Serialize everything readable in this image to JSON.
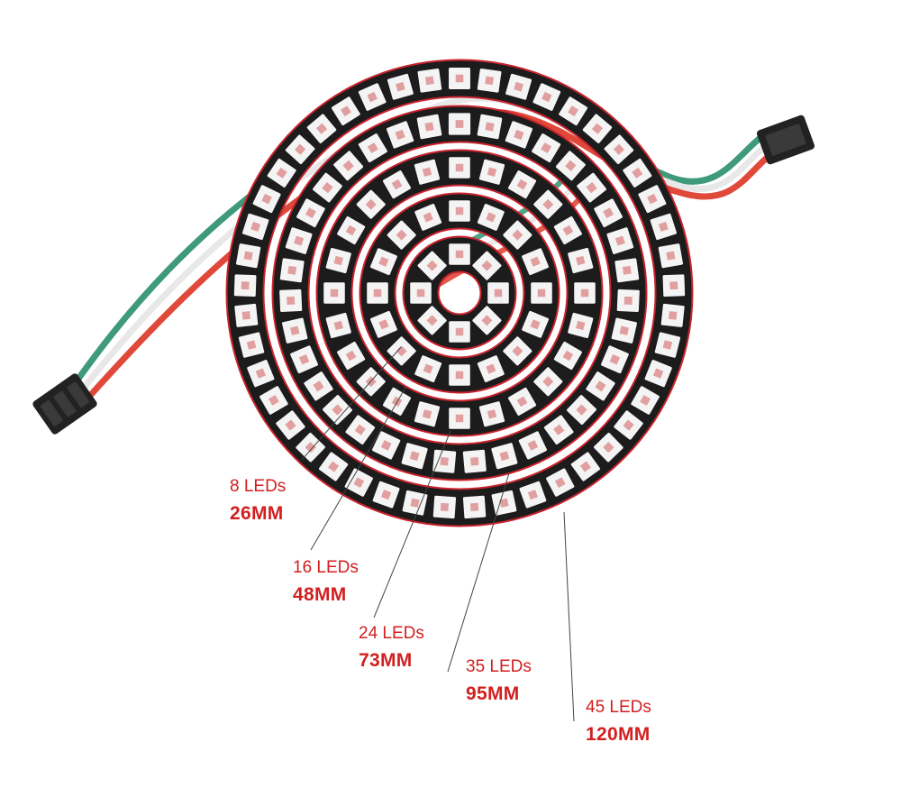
{
  "rings": [
    {
      "led_count": 8,
      "count_label": "8 LEDs",
      "size_label": "26MM"
    },
    {
      "led_count": 16,
      "count_label": "16 LEDs",
      "size_label": "48MM"
    },
    {
      "led_count": 24,
      "count_label": "24 LEDs",
      "size_label": "73MM"
    },
    {
      "led_count": 35,
      "count_label": "35 LEDs",
      "size_label": "95MM"
    },
    {
      "led_count": 45,
      "count_label": "45 LEDs",
      "size_label": "120MM"
    }
  ],
  "colors": {
    "label": "#d21f1f",
    "pcb": "#1c1c1c",
    "pcb_edge": "#c8232c",
    "led_body": "#f4f4f4",
    "led_chip": "#d97a7a",
    "wire_red": "#e0483a",
    "wire_green": "#3f9a7a",
    "wire_white": "#e8e8e8",
    "connector": "#222222"
  }
}
